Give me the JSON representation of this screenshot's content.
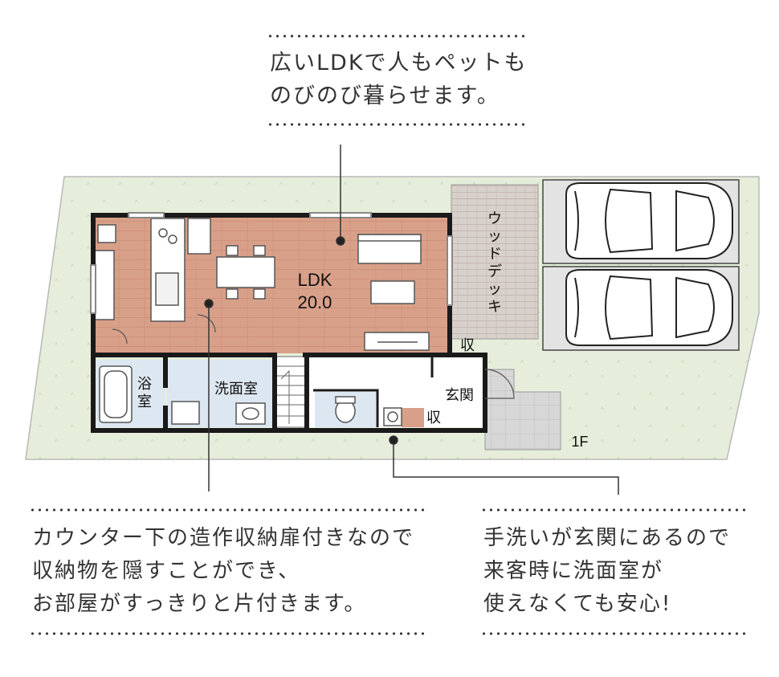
{
  "plan": {
    "ldk_label": "LDK",
    "ldk_size": "20.0",
    "bath_label": [
      "浴",
      "室"
    ],
    "washroom_label": "洗面室",
    "storage_label_1": "収",
    "entrance_label": "玄関",
    "storage_label_2": "収",
    "deck_label": [
      "ウ",
      "ッ",
      "ド",
      "デ",
      "ッ",
      "キ"
    ],
    "floor_label": "1F"
  },
  "notes": {
    "top": {
      "lines": [
        "広いLDKで人もペットも",
        "のびのび暮らせます。"
      ]
    },
    "bottom_left": {
      "lines": [
        "カウンター下の造作収納扉付きなので",
        "収納物を隠すことができ、",
        "お部屋がすっきりと片付きます。"
      ]
    },
    "bottom_right": {
      "lines": [
        "手洗いが玄関にあるので",
        "来客時に洗面室が",
        "使えなくても安心!"
      ]
    }
  },
  "colors": {
    "lawn": "#e6eedb",
    "floor_wood": "#d9a089",
    "tile": "#d7d7d7",
    "deck": "#d8d0ca",
    "wet_area": "#dde7f1",
    "wall": "#1a1a1a",
    "text": "#333333"
  }
}
